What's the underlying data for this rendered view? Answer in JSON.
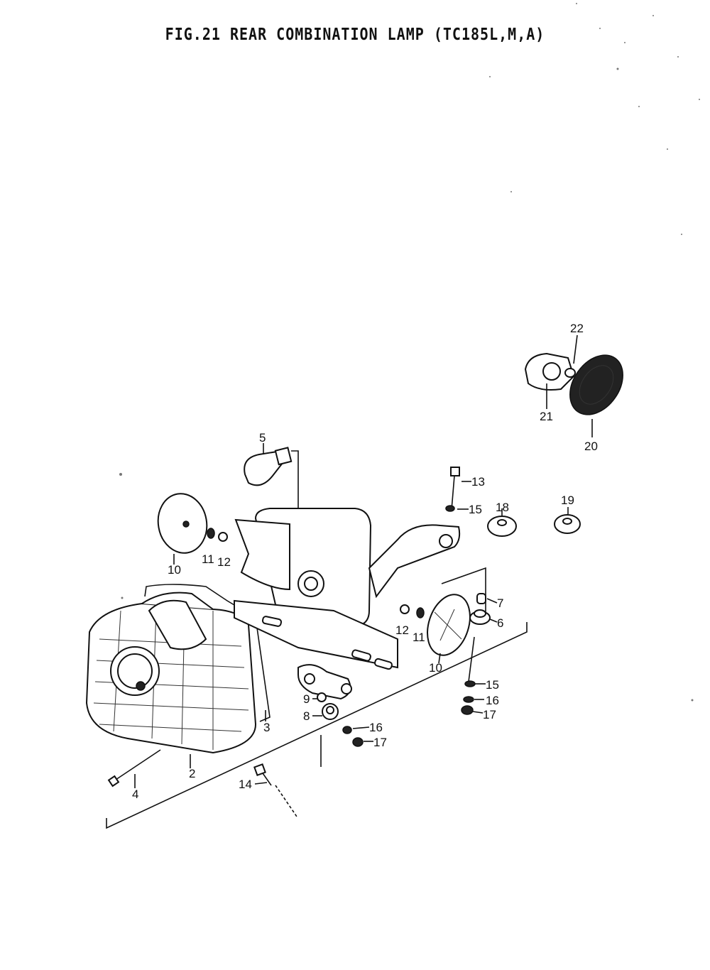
{
  "title": "FIG.21  REAR COMBINATION LAMP (TC185L,M,A)",
  "callouts": [
    "2",
    "3",
    "4",
    "5",
    "6",
    "7",
    "8",
    "9",
    "10",
    "10",
    "11",
    "11",
    "12",
    "12",
    "13",
    "14",
    "15",
    "15",
    "16",
    "16",
    "17",
    "17",
    "18",
    "19",
    "20",
    "21",
    "22"
  ]
}
